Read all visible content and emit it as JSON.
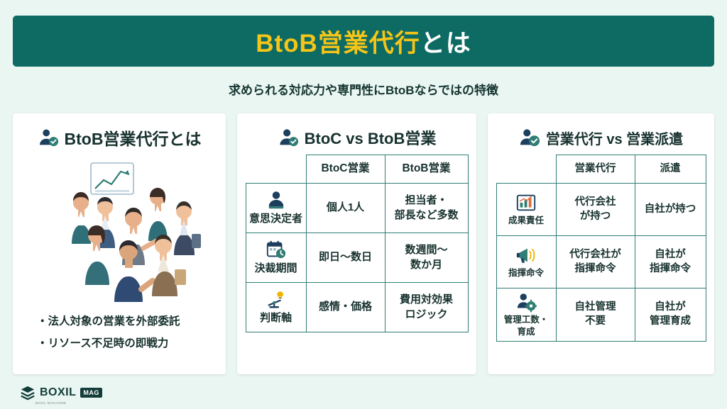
{
  "title": {
    "highlight": "BtoB営業代行",
    "rest": "とは"
  },
  "subtitle": "求められる対応力や専門性にBtoBならではの特徴",
  "panels": {
    "p1": {
      "heading": "BtoB営業代行とは",
      "icon": "person-badge-icon",
      "bullets": [
        "・法人対象の営業を外部委託",
        "・リソース不足時の即戦力"
      ],
      "illustration": "business-team-meeting-illustration"
    },
    "p2": {
      "heading": "BtoC vs BtoB営業",
      "icon": "person-badge-icon",
      "columns": [
        "",
        "BtoC営業",
        "BtoB営業"
      ],
      "rows": [
        {
          "icon": "decision-maker-icon",
          "label": "意思決定者",
          "btoc": "個人1人",
          "btob": "担当者・\n部長など多数"
        },
        {
          "icon": "calendar-clock-icon",
          "label": "決裁期間",
          "btoc": "即日〜数日",
          "btob": "数週間〜\n数か月"
        },
        {
          "icon": "balance-scale-idea-icon",
          "label": "判断軸",
          "btoc": "感情・価格",
          "btob": "費用対効果\nロジック"
        }
      ]
    },
    "p3": {
      "heading": "営業代行 vs 営業派遣",
      "icon": "person-check-icon",
      "columns": [
        "",
        "営業代行",
        "派遣"
      ],
      "rows": [
        {
          "icon": "bar-chart-icon",
          "label": "成果責任",
          "daiko": "代行会社\nが持つ",
          "haken": "自社が持つ"
        },
        {
          "icon": "megaphone-icon",
          "label": "指揮命令",
          "daiko": "代行会社が\n指揮命令",
          "haken": "自社が\n指揮命令"
        },
        {
          "icon": "person-gear-icon",
          "label": "管理工数・\n育成",
          "daiko": "自社管理\n不要",
          "haken": "自社が\n管理育成"
        }
      ]
    }
  },
  "footer": {
    "logo_text": "BOXIL",
    "logo_badge": "MAG",
    "logo_sub": "BOXIL MAGAZINE",
    "logo_mark": "boxil-logo-icon"
  },
  "colors": {
    "brand_dark": "#0d6b63",
    "accent_yellow": "#f5c518",
    "background": "#eaf6f2",
    "table_border": "#2f7d74",
    "text": "#17322e"
  }
}
